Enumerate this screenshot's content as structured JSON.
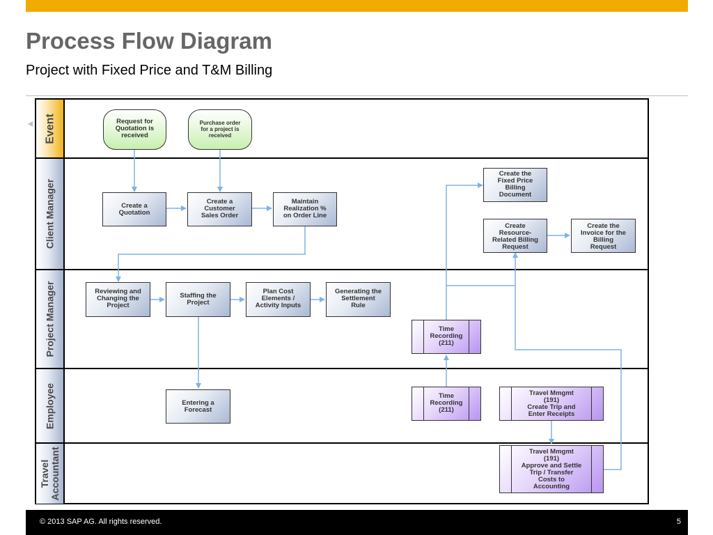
{
  "slide": {
    "title": "Process Flow Diagram",
    "subtitle": "Project with Fixed Price and T&M Billing",
    "copyright": "©  2013 SAP AG. All rights reserved.",
    "page_number": "5",
    "colors": {
      "accent_bar": "#f0ab00",
      "footer": "#000000",
      "event_lane": "#f2b31b",
      "role_lane": "#a6b4cf",
      "event_shape": "#c8efaf",
      "step_box": "#aab8d4",
      "subprocess_box": "#b895f0",
      "connector": "#7fb2e5"
    }
  },
  "lanes": {
    "event": "Event",
    "client_manager": "Client Manager",
    "project_manager": "Project Manager",
    "employee": "Employee",
    "travel_accountant": "Travel\nAccountant"
  },
  "events": {
    "rfq": "Request for\nQuotation is\nreceived",
    "po": "Purchase order\nfor a project is\nreceived"
  },
  "steps": {
    "create_quotation": "Create a\nQuotation",
    "create_sales_order": "Create a\nCustomer\nSales Order",
    "maintain_realization": "Maintain\nRealization %\non Order Line",
    "fixed_price_billing": "Create the\nFixed Price\nBilling\nDocument",
    "resource_billing": "Create\nResource-\nRelated Billing\nRequest",
    "create_invoice": "Create the\nInvoice for the\nBilling\nRequest",
    "review_project": "Reviewing and\nChanging the\nProject",
    "staffing": "Staffing the\nProject",
    "plan_cost": "Plan Cost\nElements /\nActivity Inputs",
    "settlement_rule": "Generating the\nSettlement\nRule",
    "forecast": "Entering a\nForecast"
  },
  "subprocesses": {
    "time_recording_pm": "Time\nRecording\n(211)",
    "time_recording_emp": "Time\nRecording\n(211)",
    "travel_create": "Travel Mmgmt\n(191)\nCreate Trip and\nEnter Receipts",
    "travel_approve": "Travel Mmgmt\n(191)\nApprove and Settle\nTrip / Transfer\nCosts to\nAccounting"
  }
}
